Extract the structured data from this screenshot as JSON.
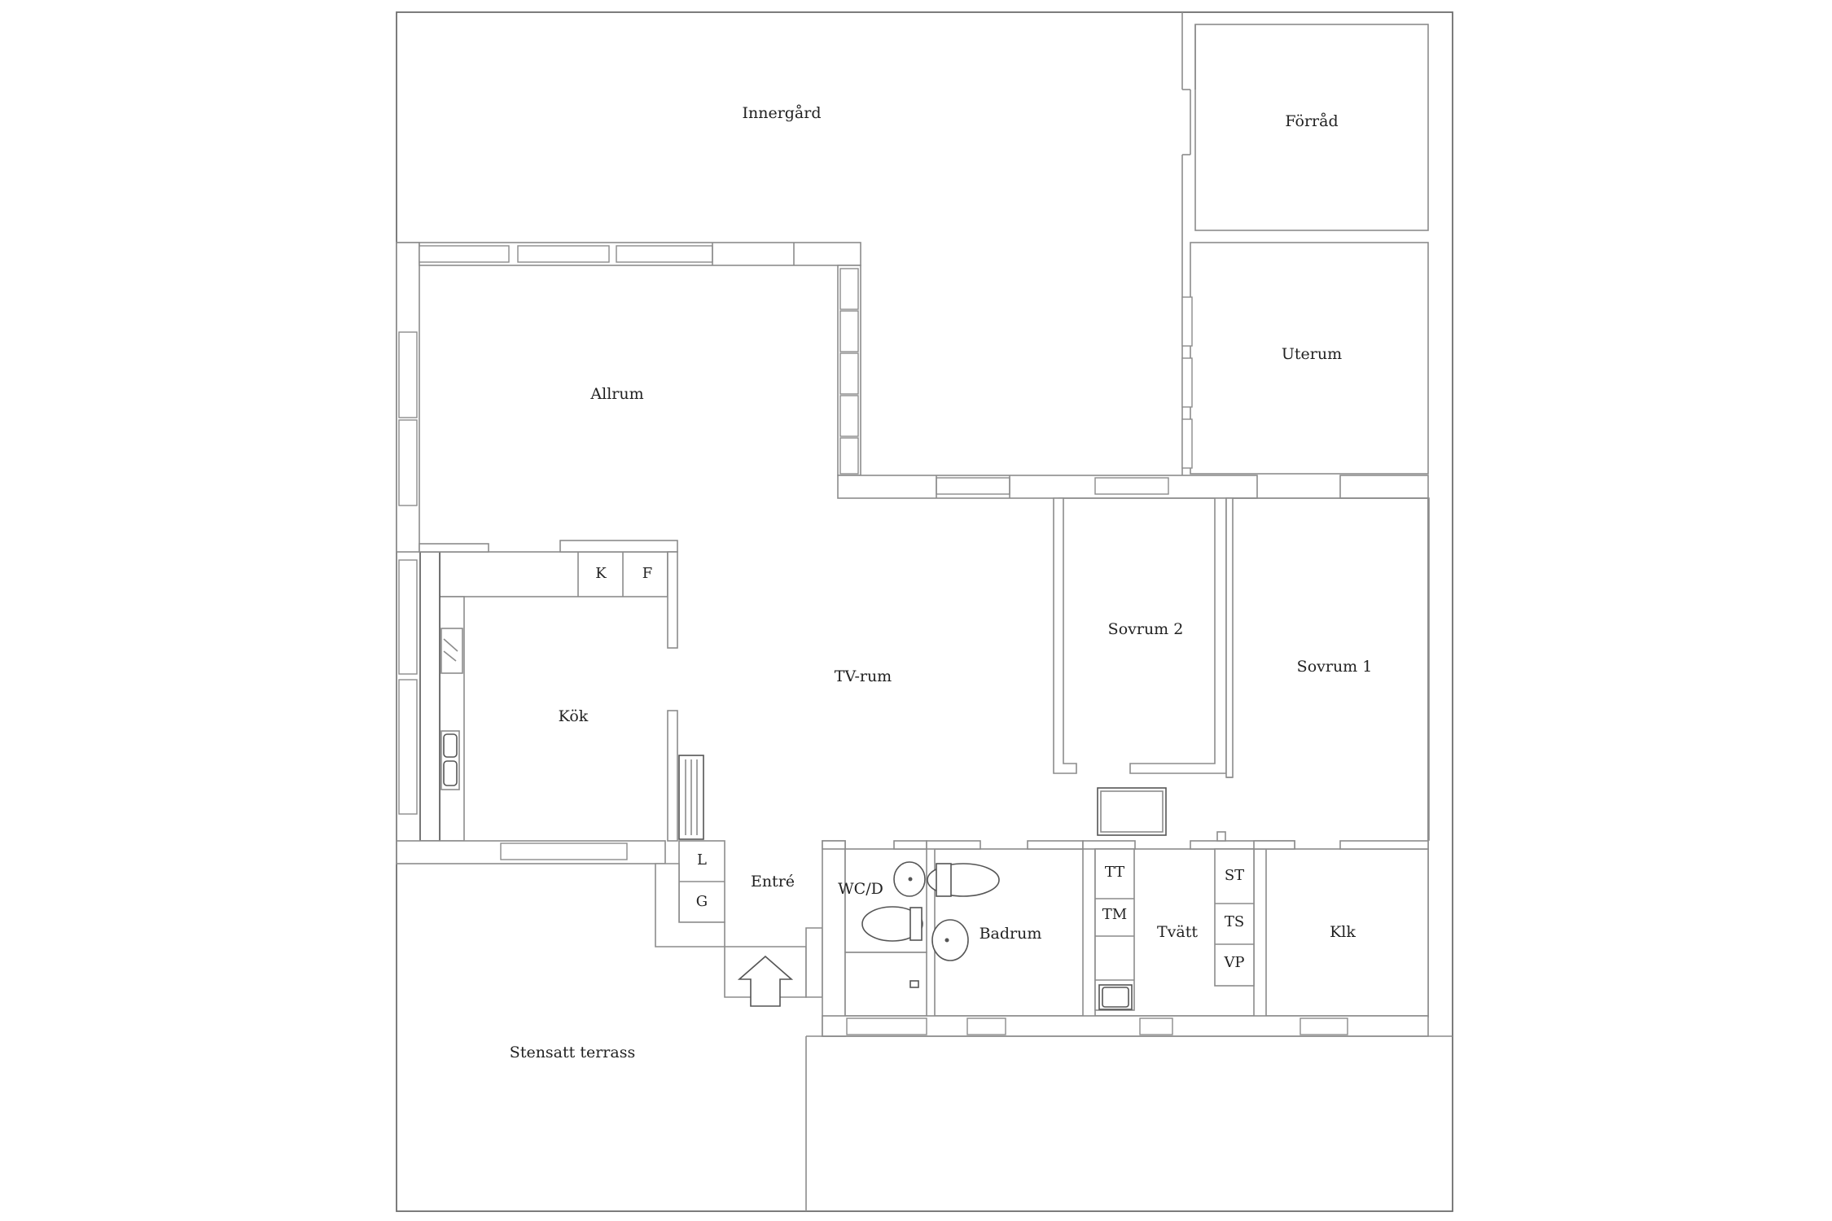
{
  "rooms": {
    "innergard": "Innergård",
    "forrad": "Förråd",
    "uterum": "Uterum",
    "allrum": "Allrum",
    "tvrum": "TV-rum",
    "sovrum2": "Sovrum 2",
    "sovrum1": "Sovrum 1",
    "kok": "Kök",
    "entre": "Entré",
    "wcd": "WC/D",
    "badrum": "Badrum",
    "tvatt": "Tvätt",
    "klk": "Klk",
    "terrass": "Stensatt terrass"
  },
  "appliances": {
    "k": "K",
    "f": "F",
    "l": "L",
    "g": "G",
    "tt": "TT",
    "tm": "TM",
    "st": "ST",
    "ts": "TS",
    "vp": "VP"
  }
}
